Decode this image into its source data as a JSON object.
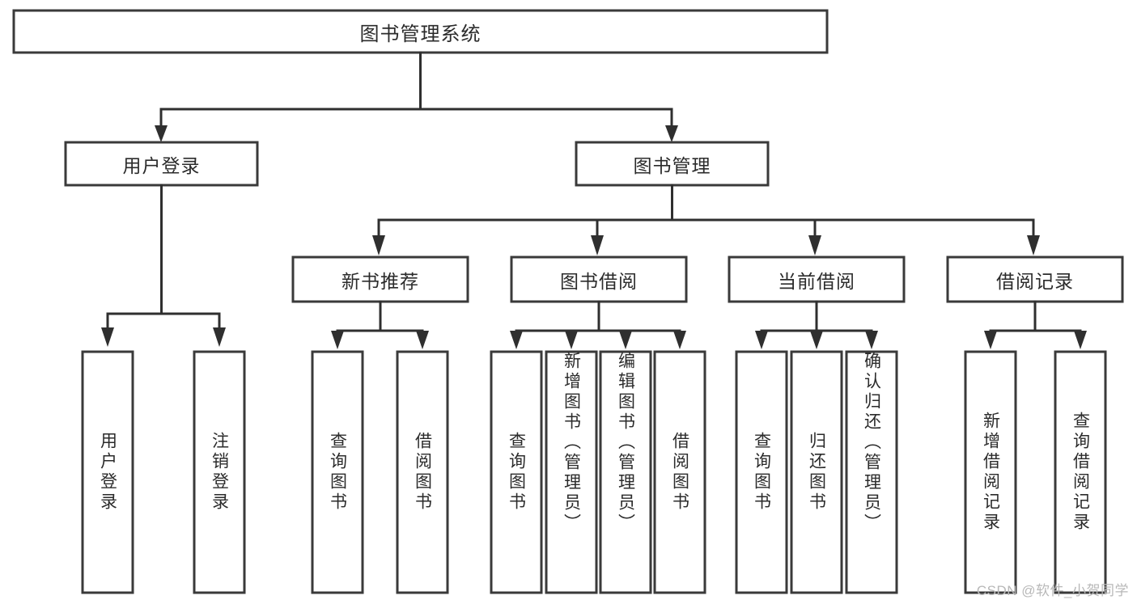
{
  "diagram": {
    "type": "tree-hierarchy",
    "title": "图书管理系统",
    "watermark": "CSDN @软件_小贺同学",
    "colors": {
      "box_fill": "#ffffff",
      "box_stroke": "#3a3a3a",
      "connector": "#2f2f2f",
      "text": "#2b2b2b",
      "background": "#ffffff",
      "watermark": "#b8b8b8"
    },
    "root": {
      "label": "图书管理系统"
    },
    "level2": [
      {
        "label": "用户登录"
      },
      {
        "label": "图书管理"
      }
    ],
    "level3": [
      {
        "label": "新书推荐"
      },
      {
        "label": "图书借阅"
      },
      {
        "label": "当前借阅"
      },
      {
        "label": "借阅记录"
      }
    ],
    "leaves": {
      "user_login": [
        {
          "label": "用户登录"
        },
        {
          "label": "注销登录"
        }
      ],
      "new_book": [
        {
          "label": "查询图书"
        },
        {
          "label": "借阅图书"
        }
      ],
      "book_borrow": [
        {
          "label": "查询图书"
        },
        {
          "label": "新增图书（管理员）"
        },
        {
          "label": "编辑图书（管理员）"
        },
        {
          "label": "借阅图书"
        }
      ],
      "current_borrow": [
        {
          "label": "查询图书"
        },
        {
          "label": "归还图书"
        },
        {
          "label": "确认归还（管理员）"
        }
      ],
      "borrow_record": [
        {
          "label": "新增借阅记录"
        },
        {
          "label": "查询借阅记录"
        }
      ]
    }
  }
}
